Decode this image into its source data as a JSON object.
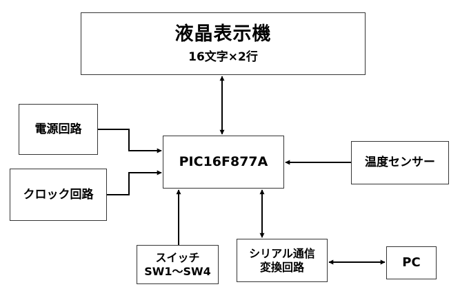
{
  "blocks": {
    "lcd": {
      "title": "液晶表示機",
      "subtitle": "16文字×2行"
    },
    "power": {
      "label": "電源回路"
    },
    "clock": {
      "label": "クロック回路"
    },
    "mcu": {
      "label": "PIC16F877A"
    },
    "temp_sensor": {
      "label": "温度センサー"
    },
    "switch": {
      "line1": "スイッチ",
      "line2": "SW1～SW4"
    },
    "serial": {
      "line1": "シリアル通信",
      "line2": "変換回路"
    },
    "pc": {
      "label": "PC"
    }
  },
  "connections": [
    {
      "from": "lcd",
      "to": "mcu",
      "direction": "both"
    },
    {
      "from": "power",
      "to": "mcu",
      "direction": "forward"
    },
    {
      "from": "clock",
      "to": "mcu",
      "direction": "forward"
    },
    {
      "from": "temp_sensor",
      "to": "mcu",
      "direction": "forward"
    },
    {
      "from": "switch",
      "to": "mcu",
      "direction": "forward"
    },
    {
      "from": "serial",
      "to": "mcu",
      "direction": "both"
    },
    {
      "from": "serial",
      "to": "pc",
      "direction": "both"
    }
  ]
}
